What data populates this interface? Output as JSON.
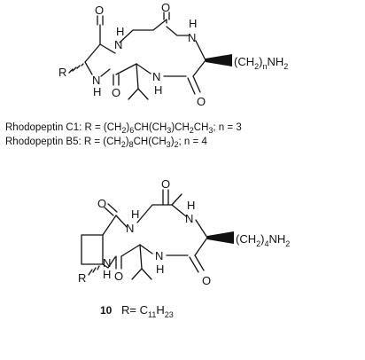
{
  "structure_top": {
    "atoms": {
      "o_top_left": "O",
      "n_top_left": "N",
      "h_top_left": "H",
      "o_top_right": "O",
      "n_top_right": "N",
      "h_top_right": "H",
      "o_bottom_left": "O",
      "n_bottom_left": "N",
      "h_bottom_left": "H",
      "n_bottom_right": "N",
      "h_bottom_right": "H",
      "o_bottom_right": "O",
      "r_group": "R"
    },
    "side_chain": {
      "prefix": "(CH",
      "sub2": "2",
      "paren": ")",
      "sub_n": "n",
      "tail": "NH",
      "sub2b": "2"
    }
  },
  "captions": {
    "line1": {
      "pre": "Rhodopeptin C1:  R = (CH",
      "s1": "2",
      "mid1": ")",
      "s2": "6",
      "mid2": "CH(CH",
      "s3": "3",
      "mid3": ")CH",
      "s4": "2",
      "mid4": "CH",
      "s5": "3",
      "post": "; n = 3"
    },
    "line2": {
      "pre": "Rhodopeptin B5: R = (CH",
      "s1": "2",
      "mid1": ")",
      "s2": "8",
      "mid2": "CH(CH",
      "s3": "3",
      "mid3": ")",
      "s4": "2",
      "post": "; n = 4"
    }
  },
  "structure_bottom": {
    "atoms": {
      "o_top_left": "O",
      "n_top_left": "N",
      "h_top_left": "H",
      "o_top_right": "O",
      "n_top_right": "N",
      "h_top_right": "H",
      "o_bottom_left": "O",
      "n_bottom_left": "N",
      "h_bottom_left": "H",
      "n_bottom_right": "N",
      "h_bottom_right": "H",
      "o_bottom_right": "O",
      "r_group": "R"
    },
    "side_chain": {
      "prefix": "(CH",
      "sub2": "2",
      "paren": ")",
      "sub4": "4",
      "tail": "NH",
      "sub2b": "2"
    }
  },
  "compound_label": {
    "number": "10",
    "r_text": "R= C",
    "sub11": "11",
    "h": "H",
    "sub23": "23"
  }
}
